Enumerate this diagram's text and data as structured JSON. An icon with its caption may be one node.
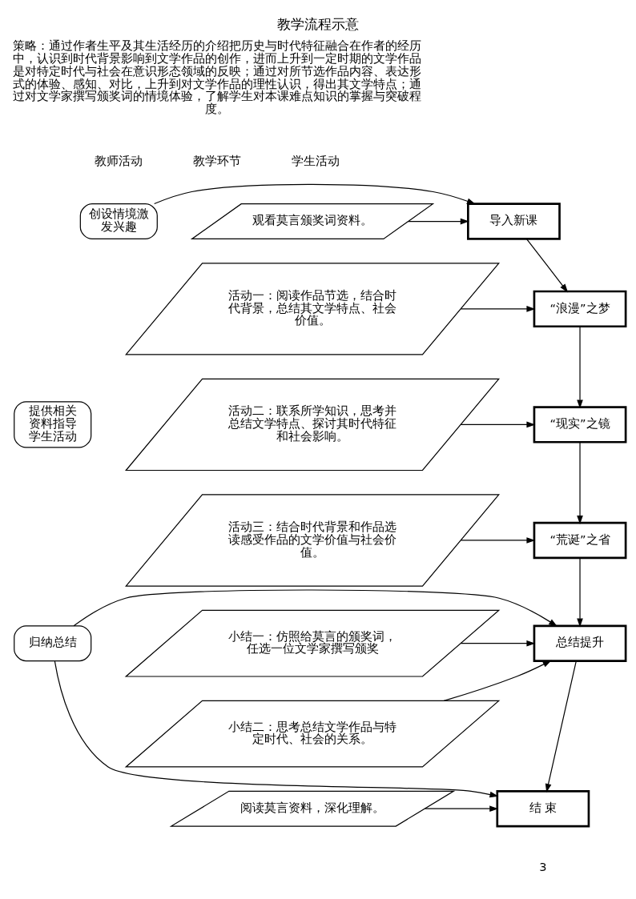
{
  "diagram": {
    "title": "教学流程示意",
    "nodes": [
      {
        "text": [
          "创设情境激发兴趣"
        ]
      },
      {
        "text": [
          "导入新课"
        ]
      },
      {
        "text": [
          "观看莫言颁奖词资料。"
        ]
      },
      {
        "text": [
          "“浪漫”之梦"
        ]
      },
      {
        "text": [
          "活动一：阅读作品节选，结合时代背景，总结其文学特点、社会价值。"
        ]
      },
      {
        "text": [
          "提供相关资料指导学生活动"
        ]
      },
      {
        "text": [
          "“现实”之镜"
        ]
      },
      {
        "text": [
          "活动二：联系所学知识，思考并总结文学特点、探讨其时代特征和社会影响。"
        ]
      },
      {
        "text": [
          "“荒诞”之省"
        ]
      },
      {
        "text": [
          "活动三：结合时代背景和作品选读感受作品的文学价值与社会价值。"
        ]
      },
      {
        "text": [
          "归纳总结"
        ]
      },
      {
        "text": [
          "总结提升"
        ]
      },
      {
        "text": [
          "小结一：仿照给莫言的颁奖词，任选一位文学家撰写颁奖"
        ]
      },
      {
        "text": [
          "小结二：思考总结文学作品与特定时代、社会的关系。"
        ]
      },
      {
        "text": [
          "结 束"
        ]
      },
      {
        "text": [
          "阅读莫言资料，深化理解。"
        ]
      }
    ],
    "edges": [
      {
        "from": 0,
        "to": 1,
        "arrow": "to"
      },
      {
        "from": 2,
        "to": 1,
        "arrow": "to"
      },
      {
        "from": 1,
        "to": 3,
        "arrow": "to"
      },
      {
        "from": 4,
        "to": 3,
        "arrow": "to"
      },
      {
        "from": 3,
        "to": 6,
        "arrow": "to"
      },
      {
        "from": 7,
        "to": 6,
        "arrow": "to"
      },
      {
        "from": 6,
        "to": 8,
        "arrow": "to"
      },
      {
        "from": 9,
        "to": 8,
        "arrow": "to"
      },
      {
        "from": 8,
        "to": 11,
        "arrow": "to"
      },
      {
        "from": 10,
        "to": 11,
        "arrow": "to"
      },
      {
        "from": 12,
        "to": 11,
        "arrow": "to"
      },
      {
        "from": 13,
        "to": 11,
        "arrow": "to"
      },
      {
        "from": 11,
        "to": 14,
        "arrow": "to"
      },
      {
        "from": 10,
        "to": 14,
        "arrow": "to"
      },
      {
        "from": 15,
        "to": 14,
        "arrow": "to"
      }
    ],
    "labels": [
      "策略：通过作者生平及其生活经历的介绍把历史与时代特征融合在作者的经历中，认识到时代背景影响到文学作品的创作，进而上升到一定时期的文学作品是对特定时代与社会在意识形态领域的反映；通过对所节选作品内容、表达形式的体验、感知、对比，上升到对文学作品的理性认识，得出其文学特点；通过对文学家撰写颁奖词的情境体验，了解学生对本课难点知识的掌握与突破程度。",
      "教师活动",
      "教学环节",
      "学生活动",
      "3"
    ]
  }
}
